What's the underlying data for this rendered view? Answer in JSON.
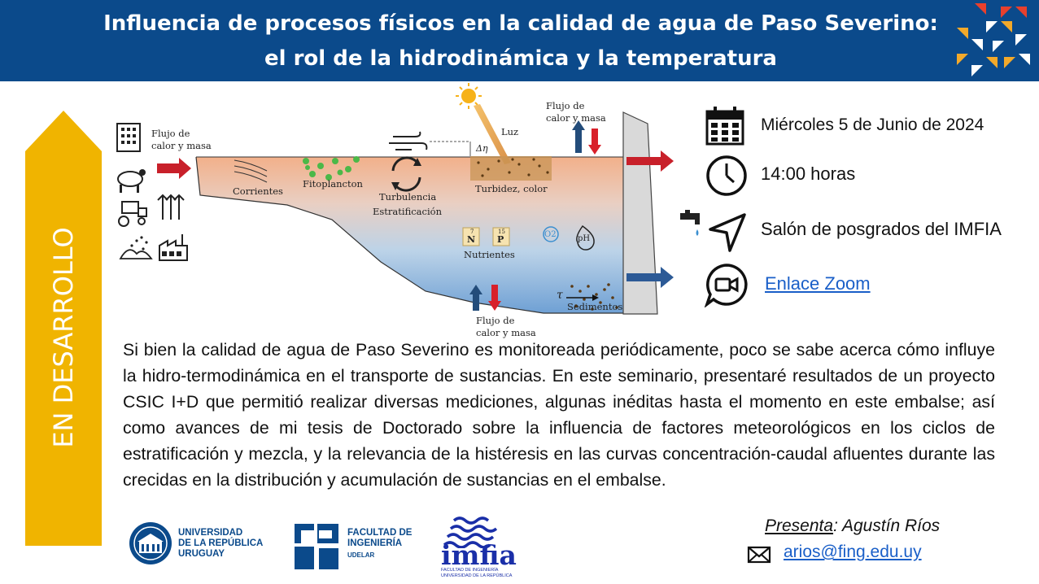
{
  "header": {
    "title_line1": "Influencia de procesos físicos en la calidad de agua de Paso Severino:",
    "title_line2": "el rol de la hidrodinámica y la temperatura",
    "accent_color": "#0b4a8b"
  },
  "ribbon": {
    "text": "EN DESARROLLO",
    "color": "#f0b400"
  },
  "diagram": {
    "labels": {
      "flujo_left_1": "Flujo de",
      "flujo_left_2": "calor y masa",
      "corrientes": "Corrientes",
      "fitoplancton": "Fitoplancton",
      "turbulencia": "Turbulencia",
      "estratificacion": "Estratificación",
      "luz": "Luz",
      "turbidez": "Turbidez, color",
      "flujo_top_1": "Flujo de",
      "flujo_top_2": "calor y masa",
      "delta_eta": "Δη",
      "nutrientes": "Nutrientes",
      "n_symbol": "N",
      "n_number": "7",
      "p_symbol": "P",
      "p_number": "15",
      "o2": "O2",
      "ph": "pH",
      "tau": "τ",
      "sedimentos": "Sedimentos",
      "flujo_bottom_1": "Flujo de",
      "flujo_bottom_2": "calor y masa"
    }
  },
  "info": {
    "date": "Miércoles 5 de Junio de 2024",
    "time": "14:00 horas",
    "place": "Salón de posgrados del IMFIA",
    "zoom_link": "Enlace Zoom"
  },
  "abstract": "Si bien la calidad de agua de Paso Severino es monitoreada periódicamente, poco se sabe acerca cómo influye la hidro-termodinámica en el transporte de sustancias. En este seminario, presentaré resultados de un proyecto CSIC I+D que permitió realizar diversas mediciones, algunas inéditas hasta el momento en este embalse; así como avances de mi tesis de Doctorado sobre la influencia de factores meteorológicos en los ciclos de estratificación y mezcla, y la relevancia de la histéresis en las curvas concentración-caudal afluentes durante las crecidas en la distribución y acumulación de sustancias en el embalse.",
  "logos": {
    "udelar_line1": "UNIVERSIDAD",
    "udelar_line2": "DE LA REPÚBLICA",
    "udelar_line3": "URUGUAY",
    "fing_line1": "FACULTAD DE",
    "fing_line2": "INGENIERÍA",
    "fing_line3": "UDELAR",
    "imfia_name": "imfia",
    "imfia_sub1": "FACULTAD DE INGENIERÍA",
    "imfia_sub2": "UNIVERSIDAD DE LA REPÚBLICA"
  },
  "presenter": {
    "label": "Presenta",
    "name": ": Agustín Ríos",
    "email": "arios@fing.edu.uy"
  }
}
